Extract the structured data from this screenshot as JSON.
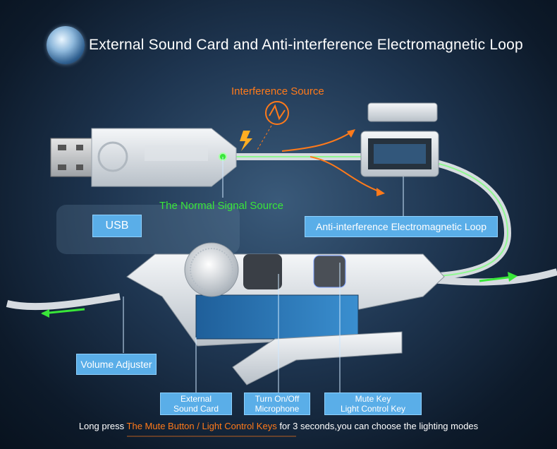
{
  "title": "External Sound Card and Anti-interference Electromagnetic Loop",
  "annotations": {
    "interference_source": "Interference Source",
    "normal_signal_source": "The Normal Signal Source",
    "usb": "USB",
    "anti_interference_loop": "Anti-interference Electromagnetic Loop",
    "volume_adjuster": "Volume Adjuster",
    "external_sound_card_line1": "External",
    "external_sound_card_line2": "Sound Card",
    "microphone_line1": "Turn On/Off",
    "microphone_line2": "Microphone",
    "mute_key_line1": "Mute Key",
    "mute_key_line2": "Light Control Key"
  },
  "footer": {
    "prefix": "Long press ",
    "highlight": "The Mute Button / Light Control Keys",
    "suffix": " for 3 seconds,you can choose the lighting modes"
  },
  "colors": {
    "orange": "#ff7a1a",
    "green": "#39e639",
    "label_box": "#5aaee8"
  }
}
